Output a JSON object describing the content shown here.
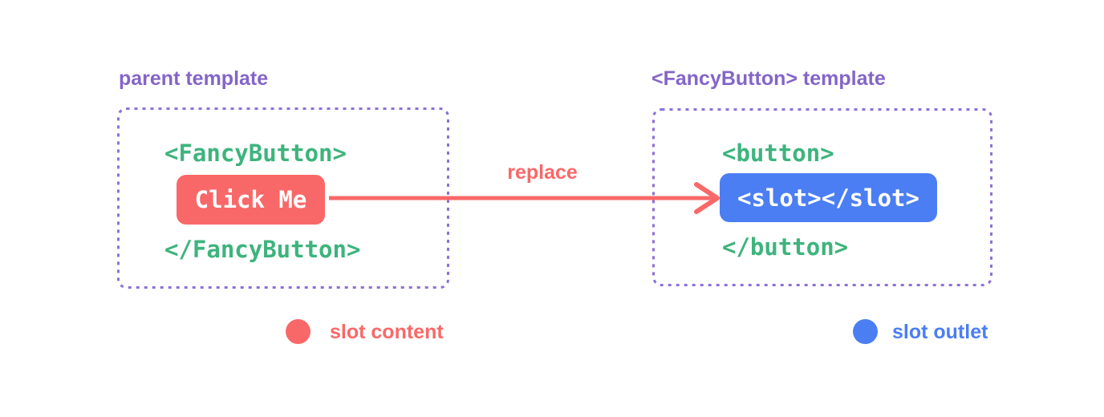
{
  "colors": {
    "bg": "#ffffff",
    "purple": "#8465c8",
    "purple-border": "#8e70d9",
    "green": "#3eb47d",
    "red": "#f96868",
    "blue": "#4b7ef3",
    "white-text": "#ffffff"
  },
  "parent_panel": {
    "title": "parent template",
    "code_open": "<FancyButton>",
    "button_label": "Click Me",
    "code_close": "</FancyButton>"
  },
  "arrow": {
    "label": "replace"
  },
  "fancy_panel": {
    "title": "<FancyButton> template",
    "code_open": "<button>",
    "slot_label": "<slot></slot>",
    "code_close": "</button>"
  },
  "legend": [
    {
      "label": "slot content",
      "color": "#f96868"
    },
    {
      "label": "slot outlet",
      "color": "#4b7ef3"
    }
  ]
}
